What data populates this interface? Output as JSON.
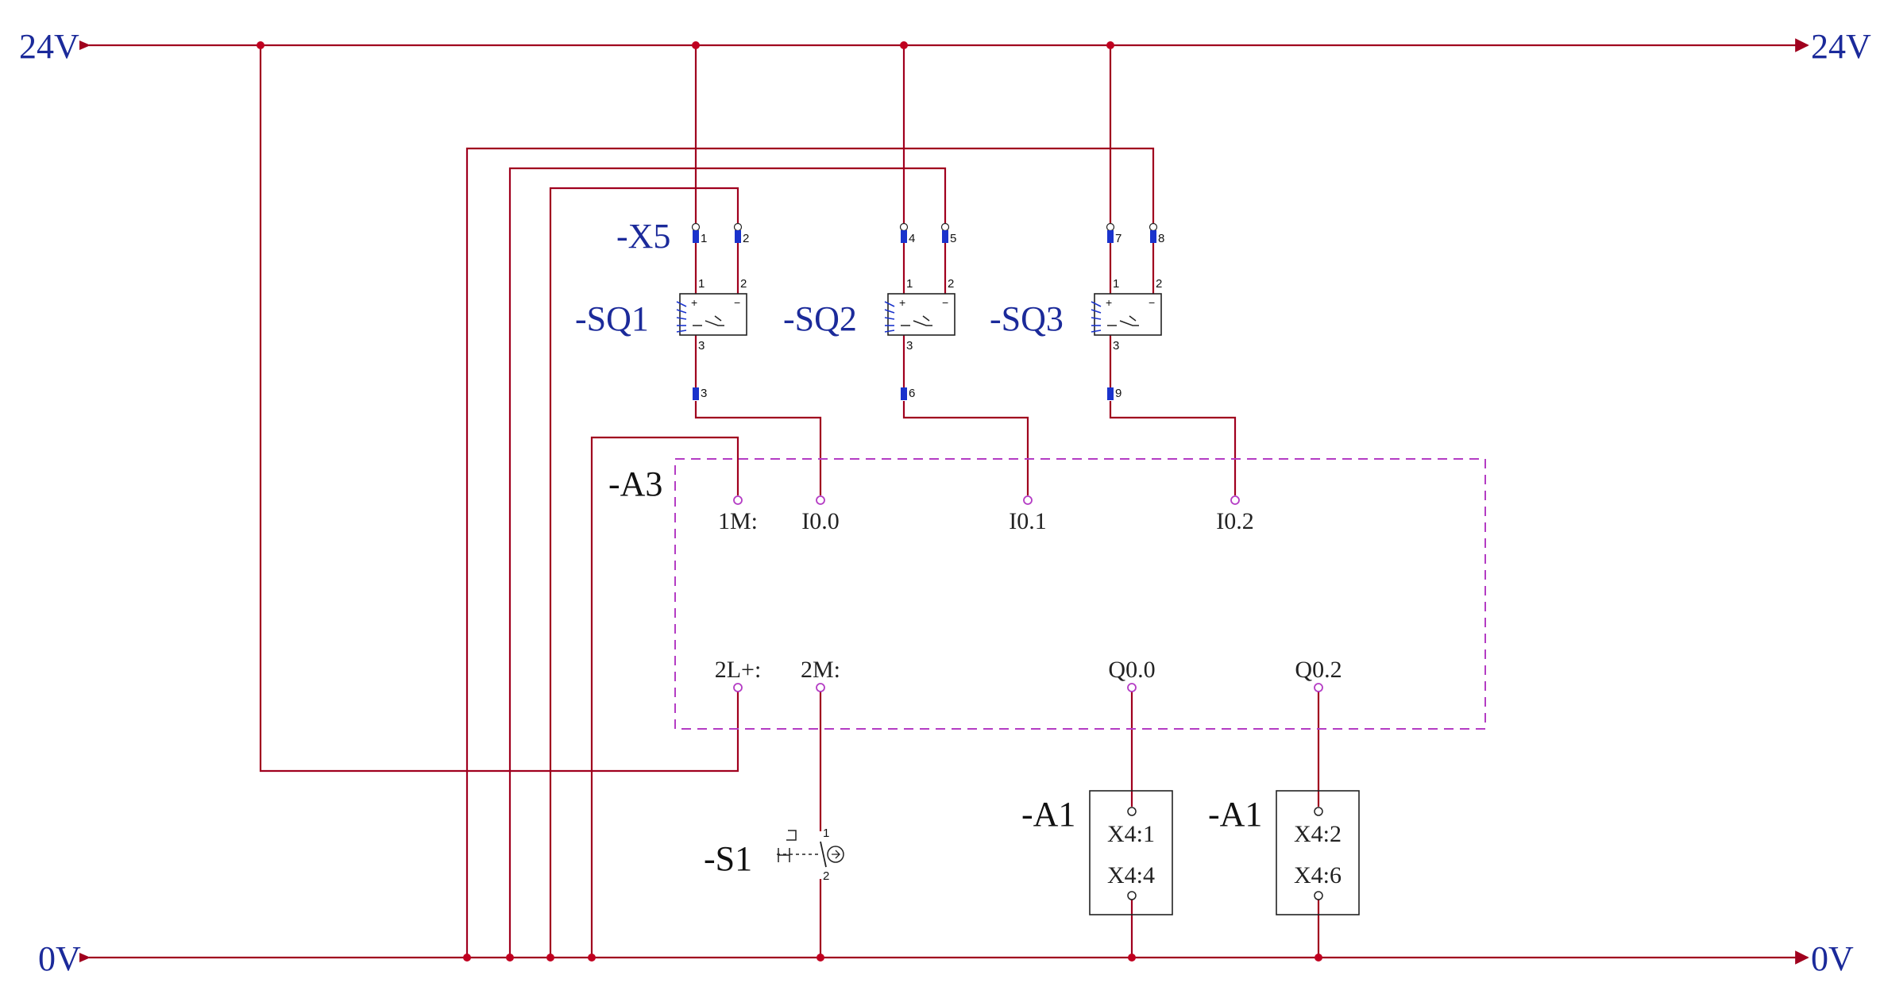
{
  "rails": {
    "top_left": "24V",
    "top_right": "24V",
    "bottom_left": "0V",
    "bottom_right": "0V"
  },
  "terminal_strip": {
    "name": "-X5",
    "pins": [
      "1",
      "2",
      "3",
      "4",
      "5",
      "6",
      "7",
      "8",
      "9"
    ]
  },
  "sensors": [
    {
      "name": "-SQ1",
      "pin_top_left": "1",
      "pin_top_right": "2",
      "pin_bottom": "3",
      "plus": "+",
      "minus": "−"
    },
    {
      "name": "-SQ2",
      "pin_top_left": "1",
      "pin_top_right": "2",
      "pin_bottom": "3",
      "plus": "+",
      "minus": "−"
    },
    {
      "name": "-SQ3",
      "pin_top_left": "1",
      "pin_top_right": "2",
      "pin_bottom": "3",
      "plus": "+",
      "minus": "−"
    }
  ],
  "plc": {
    "name": "-A3",
    "inputs": [
      "1M:",
      "I0.0",
      "I0.1",
      "I0.2"
    ],
    "outputs": [
      "2L+:",
      "2M:",
      "Q0.0",
      "Q0.2"
    ]
  },
  "switch": {
    "name": "-S1",
    "pin_top": "1",
    "pin_bottom": "2"
  },
  "output_modules": [
    {
      "name": "-A1",
      "top": "X4:1",
      "bottom": "X4:4"
    },
    {
      "name": "-A1",
      "top": "X4:2",
      "bottom": "X4:6"
    }
  ],
  "colors": {
    "wire": "#a0001e",
    "terminal": "#1a33cc",
    "label_blue": "#1b2a9a",
    "plc_border": "#b43cc4",
    "black": "#111111"
  }
}
